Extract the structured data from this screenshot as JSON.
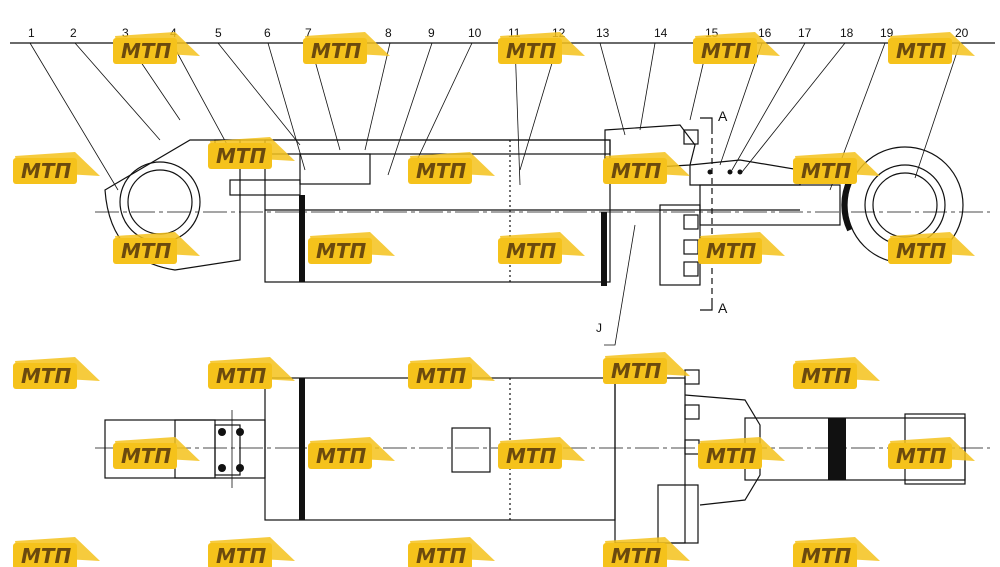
{
  "drawing": {
    "callouts": [
      "1",
      "2",
      "3",
      "4",
      "5",
      "6",
      "7",
      "8",
      "9",
      "10",
      "11",
      "12",
      "13",
      "14",
      "15",
      "16",
      "17",
      "18",
      "19",
      "20"
    ],
    "section_label": "A",
    "detail_label": "J"
  },
  "watermark": {
    "text": "МТП",
    "colors": {
      "fill": "#f5c21b",
      "text": "#6b4a0e"
    }
  }
}
